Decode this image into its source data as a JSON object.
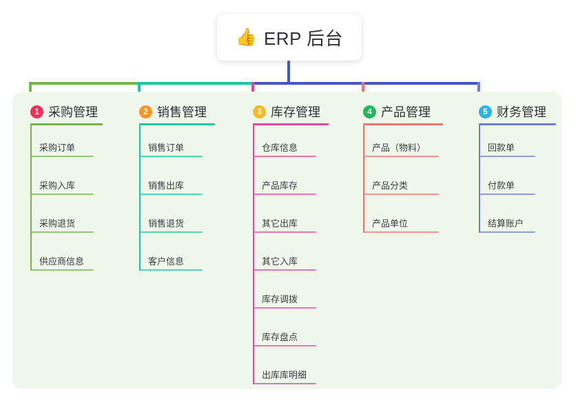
{
  "root": {
    "emoji": "👍",
    "emoji_name": "thumbs-up-icon",
    "title": "ERP 后台"
  },
  "palette": {
    "panel_bg": "#eef7e9",
    "card_bg": "#ffffff",
    "text": "#2f3238",
    "leaf_text": "#3a3d42",
    "trunk": "#4456c7",
    "green": "#73b749",
    "teal": "#16c9a6",
    "pink": "#e8459a",
    "salmon": "#f4716e",
    "blue": "#6b7fd1",
    "badge1": "#e8335a",
    "badge2": "#f79428",
    "badge3": "#f7b924",
    "badge4": "#22b55e",
    "badge5": "#2bb3e6"
  },
  "columns": [
    {
      "index": "1",
      "title": "采购管理",
      "badge_color": "#e8335a",
      "line_color": "#73b749",
      "items": [
        "采购订单",
        "采购入库",
        "采购退货",
        "供应商信息"
      ]
    },
    {
      "index": "2",
      "title": "销售管理",
      "badge_color": "#f79428",
      "line_color": "#16c9a6",
      "items": [
        "销售订单",
        "销售出库",
        "销售退货",
        "客户信息"
      ]
    },
    {
      "index": "3",
      "title": "库存管理",
      "badge_color": "#f7b924",
      "line_color": "#e8459a",
      "items": [
        "仓库信息",
        "产品库存",
        "其它出库",
        "其它入库",
        "库存调拨",
        "库存盘点",
        "出库库明细"
      ]
    },
    {
      "index": "4",
      "title": "产品管理",
      "badge_color": "#22b55e",
      "line_color": "#f4716e",
      "items": [
        "产品（物料）",
        "产品分类",
        "产品单位"
      ]
    },
    {
      "index": "5",
      "title": "财务管理",
      "badge_color": "#2bb3e6",
      "line_color": "#6b7fd1",
      "items": [
        "回款单",
        "付款单",
        "结算账户"
      ]
    }
  ]
}
